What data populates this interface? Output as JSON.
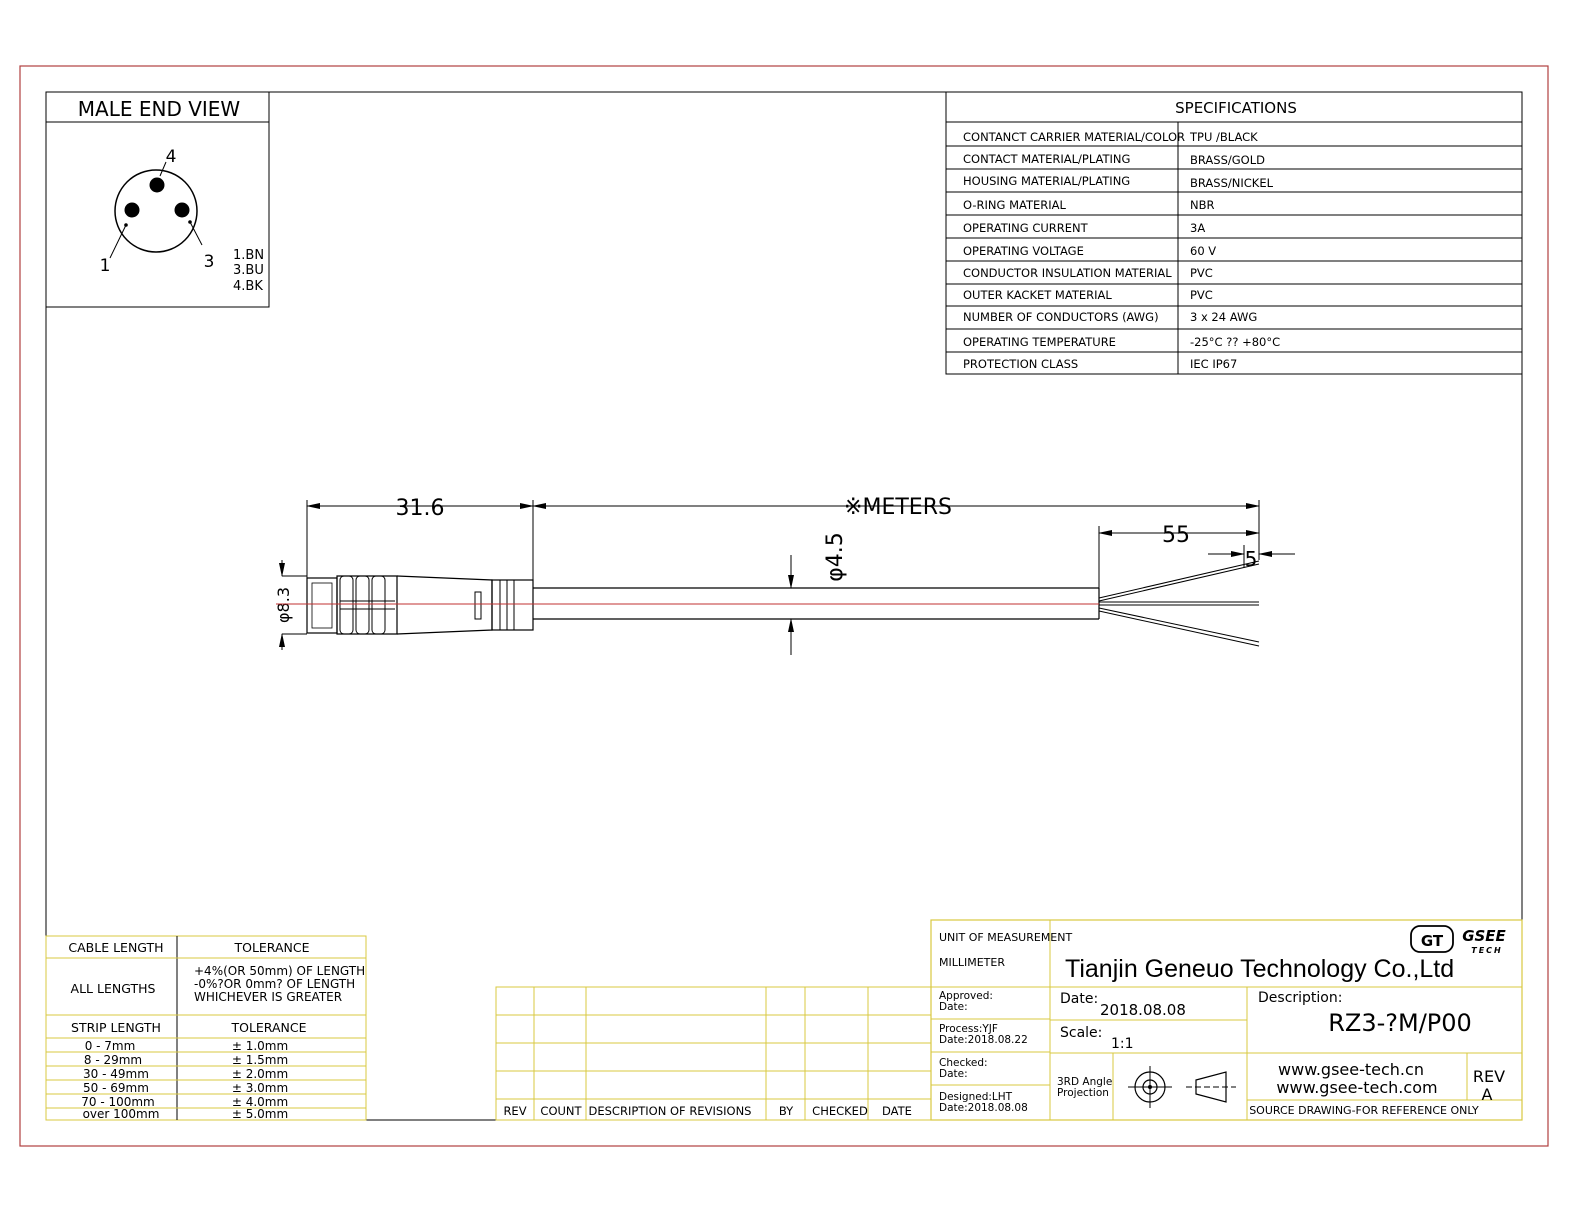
{
  "male_end_view": {
    "title": "MALE END VIEW",
    "pin_numbers": [
      "4",
      "1",
      "3"
    ],
    "wire_colors": [
      "1.BN",
      "3.BU",
      "4.BK"
    ]
  },
  "specifications": {
    "title": "SPECIFICATIONS",
    "rows": [
      {
        "label": "CONTANCT CARRIER MATERIAL/COLOR",
        "value": "TPU /BLACK"
      },
      {
        "label": "CONTACT  MATERIAL/PLATING",
        "value": "BRASS/GOLD"
      },
      {
        "label": "HOUSING MATERIAL/PLATING",
        "value": "BRASS/NICKEL"
      },
      {
        "label": "O-RING MATERIAL",
        "value": "NBR"
      },
      {
        "label": "OPERATING CURRENT",
        "value": "3A"
      },
      {
        "label": "OPERATING VOLTAGE",
        "value": "60 V"
      },
      {
        "label": "CONDUCTOR INSULATION MATERIAL",
        "value": "PVC"
      },
      {
        "label": "OUTER KACKET MATERIAL",
        "value": "PVC"
      },
      {
        "label": "NUMBER OF CONDUCTORS (AWG)",
        "value": "3 x 24 AWG"
      },
      {
        "label": "OPERATING TEMPERATURE",
        "value": "-25°C ?? +80°C"
      },
      {
        "label": "PROTECTION CLASS",
        "value": "IEC  IP67"
      }
    ]
  },
  "dimensions": {
    "connector_length": "31.6",
    "cable_length": "※METERS",
    "cable_diameter": "φ4.5",
    "strip_length": "55",
    "wire_strip": "5",
    "connector_diameter": "φ8.3"
  },
  "tolerance_table": {
    "header_left": "CABLE LENGTH",
    "header_right": "TOLERANCE",
    "all_lengths_label": "ALL LENGTHS",
    "all_lengths_tolerance": [
      "+4%(OR 50mm) OF LENGTH",
      "-0%?OR 0mm? OF LENGTH",
      "WHICHEVER  IS  GREATER"
    ],
    "strip_header_left": "STRIP LENGTH",
    "strip_header_right": "TOLERANCE",
    "strip_rows": [
      {
        "range": "0 - 7mm",
        "tol": "± 1.0mm"
      },
      {
        "range": "8 - 29mm",
        "tol": "± 1.5mm"
      },
      {
        "range": "30 - 49mm",
        "tol": "± 2.0mm"
      },
      {
        "range": "50 - 69mm",
        "tol": "± 3.0mm"
      },
      {
        "range": "70 - 100mm",
        "tol": "± 4.0mm"
      },
      {
        "range": "over 100mm",
        "tol": "± 5.0mm"
      }
    ]
  },
  "revision_table": {
    "headers": [
      "REV",
      "COUNT",
      "DESCRIPTION  OF  REVISIONS",
      "BY",
      "CHECKED",
      "DATE"
    ]
  },
  "title_block": {
    "unit_label": "UNIT OF MEASUREMENT",
    "unit_value": "MILLIMETER",
    "company": "Tianjin Geneuo Technology Co.,Ltd",
    "logo_mark": "GT",
    "logo_text": "GSEE",
    "logo_sub": "TECH",
    "approved_label": "Approved:",
    "approved_date_label": "Date:",
    "process_label": "Process:YJF",
    "process_date": "Date:2018.08.22",
    "checked_label": "Checked:",
    "checked_date_label": "Date:",
    "designed_label": "Designed:LHT",
    "designed_date": "Date:2018.08.08",
    "date_label": "Date:",
    "date_value": "2018.08.08",
    "scale_label": "Scale:",
    "scale_value": "1:1",
    "projection_line1": "3RD Angle",
    "projection_line2": "Projection",
    "description_label": "Description:",
    "description_value": "RZ3-?M/P00",
    "website1": "www.gsee-tech.cn",
    "website2": "www.gsee-tech.com",
    "rev_label": "REV",
    "rev_value": "A",
    "source_note": "SOURCE DRAWING-FOR REFERENCE ONLY"
  }
}
